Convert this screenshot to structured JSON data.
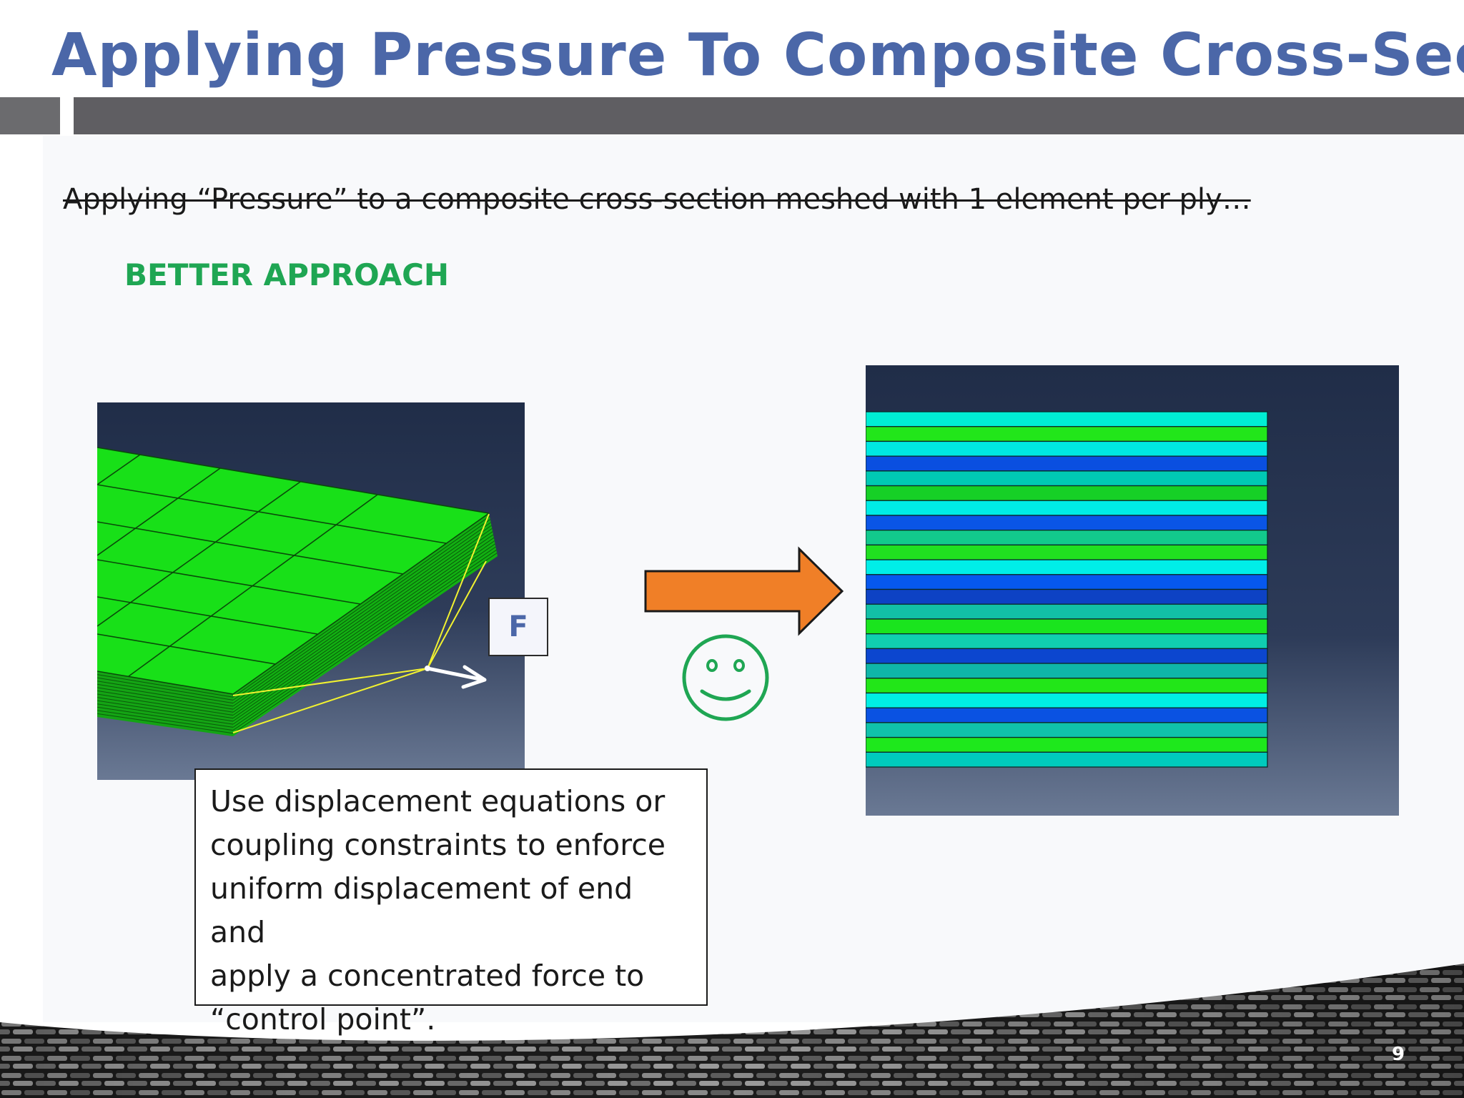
{
  "slide": {
    "title": "Applying Pressure To Composite Cross-Sections",
    "struck_text": "Applying “Pressure” to a composite cross-section meshed with 1 element per ply…",
    "subheading": "BETTER APPROACH",
    "force_label": "F",
    "callout_lines": [
      "Use displacement equations or",
      "coupling constraints to enforce",
      "uniform displacement of end and",
      "apply a concentrated force to",
      "“control point”."
    ],
    "page_number": "9"
  },
  "colors": {
    "title": "#4b67a8",
    "subheading": "#1fa653",
    "header_bar": "#5f5e62",
    "arrow_fill": "#f07f27",
    "smiley": "#1fa653",
    "mesh_green": "#18e018",
    "panel_bg_top": "#202d48",
    "panel_bg_bottom": "#6a7994"
  },
  "ply_colors": [
    "#00eed4",
    "#22e61a",
    "#00e8e2",
    "#0a4fe0",
    "#00c9b4",
    "#16d026",
    "#00ece6",
    "#0a55e6",
    "#12c98c",
    "#20e020",
    "#00eee8",
    "#0658ee",
    "#0d42c4",
    "#12c0a6",
    "#1ae41e",
    "#10cfb0",
    "#0c46cf",
    "#0fb6a8",
    "#22e618",
    "#00eee4",
    "#0a52e2",
    "#10c2aa",
    "#1ee81c",
    "#00cabd"
  ],
  "icons": {
    "arrow": "right-arrow-icon",
    "smiley": "smiley-face-icon",
    "force": "force-vector-icon"
  }
}
